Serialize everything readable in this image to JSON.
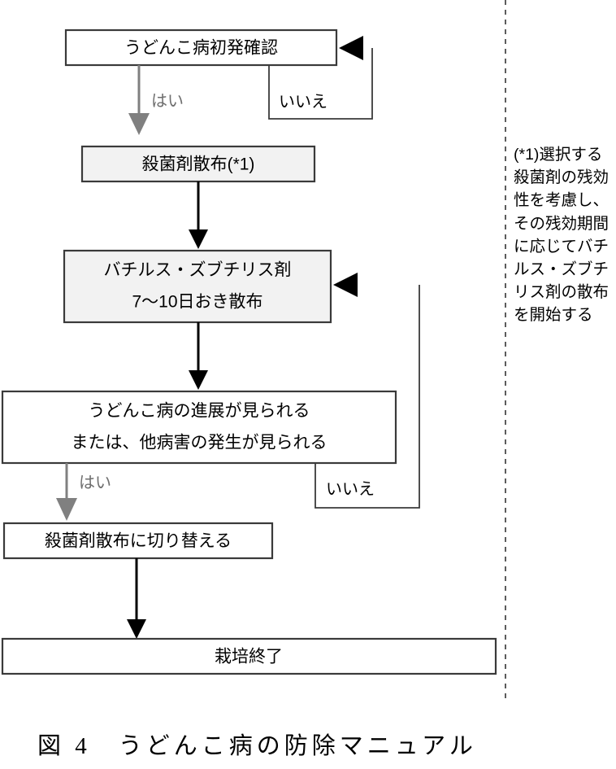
{
  "figure": {
    "caption": "図 4　うどんこ病の防除マニュアル",
    "side_note": "(*1)選択する殺菌剤の残効性を考慮し、その残効期間に応じてバチルス・ズブチリス剤の散布を開始する",
    "colors": {
      "box_fill_shaded": "#f2f2f2",
      "box_fill_plain": "#ffffff",
      "box_stroke": "#3a3a3a",
      "arrow_dark": "#000000",
      "arrow_gray": "#808080",
      "divider": "#4a4a4a",
      "text": "#000000"
    }
  },
  "nodes": [
    {
      "id": "n1",
      "label": "うどんこ病初発確認"
    },
    {
      "id": "n2",
      "label": "殺菌剤散布(*1)"
    },
    {
      "id": "n3",
      "label_line1": "バチルス・ズブチリス剤",
      "label_line2": "7〜10日おき散布"
    },
    {
      "id": "n4",
      "label_line1": "うどんこ病の進展が見られる",
      "label_line2": "または、他病害の発生が見られる"
    },
    {
      "id": "n5",
      "label": "殺菌剤散布に切り替える"
    },
    {
      "id": "n6",
      "label": "栽培終了"
    }
  ],
  "edges": [
    {
      "id": "e1",
      "from": "n1",
      "to": "n2",
      "label": "はい",
      "style": "gray"
    },
    {
      "id": "e2",
      "from": "n1",
      "to": "n1",
      "label": "いいえ",
      "style": "dark-loop"
    },
    {
      "id": "e3",
      "from": "n2",
      "to": "n3",
      "label": "",
      "style": "dark"
    },
    {
      "id": "e4",
      "from": "n3",
      "to": "n4",
      "label": "",
      "style": "dark"
    },
    {
      "id": "e5",
      "from": "n4",
      "to": "n5",
      "label": "はい",
      "style": "gray"
    },
    {
      "id": "e6",
      "from": "n4",
      "to": "n3",
      "label": "いいえ",
      "style": "dark-loop"
    },
    {
      "id": "e7",
      "from": "n5",
      "to": "n6",
      "label": "",
      "style": "dark"
    }
  ]
}
